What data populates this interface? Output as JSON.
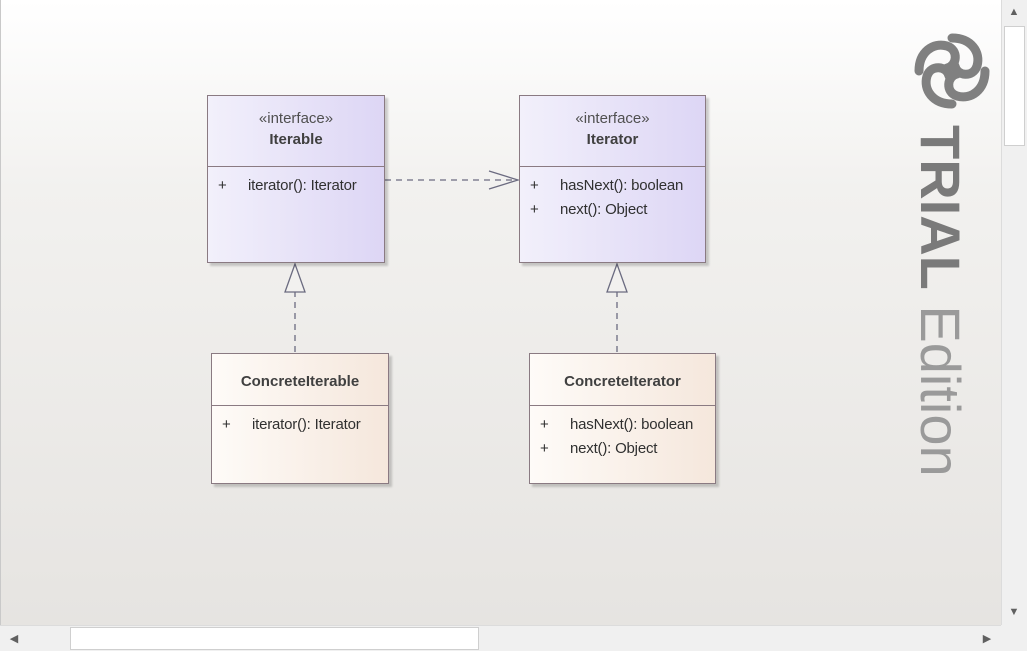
{
  "diagram": {
    "classes": [
      {
        "id": "iterable",
        "stereotype": "«interface»",
        "name": "Iterable",
        "operations": [
          {
            "vis": "+",
            "sig": "iterator(): Iterator"
          }
        ]
      },
      {
        "id": "iterator",
        "stereotype": "«interface»",
        "name": "Iterator",
        "operations": [
          {
            "vis": "+",
            "sig": "hasNext(): boolean"
          },
          {
            "vis": "+",
            "sig": "next(): Object"
          }
        ]
      },
      {
        "id": "concrete_iterable",
        "name": "ConcreteIterable",
        "operations": [
          {
            "vis": "+",
            "sig": "iterator(): Iterator"
          }
        ]
      },
      {
        "id": "concrete_iterator",
        "name": "ConcreteIterator",
        "operations": [
          {
            "vis": "+",
            "sig": "hasNext(): boolean"
          },
          {
            "vis": "+",
            "sig": "next(): Object"
          }
        ]
      }
    ],
    "relations": [
      {
        "type": "dependency",
        "from": "Iterable",
        "to": "Iterator"
      },
      {
        "type": "realization",
        "from": "ConcreteIterable",
        "to": "Iterable"
      },
      {
        "type": "realization",
        "from": "ConcreteIterator",
        "to": "Iterator"
      }
    ]
  },
  "watermark": {
    "strong": "TRIAL",
    "light": "Edition",
    "logo_icon": "enterprise-architect-logo-icon"
  },
  "scrollbars": {
    "up_icon": "▲",
    "down_icon": "▼",
    "left_icon": "◀",
    "right_icon": "▶"
  },
  "colors": {
    "interface_fill": "#ddd6f5",
    "concrete_fill": "#f5e7dc",
    "border": "#8a7a82",
    "connector": "#6b6b80"
  }
}
